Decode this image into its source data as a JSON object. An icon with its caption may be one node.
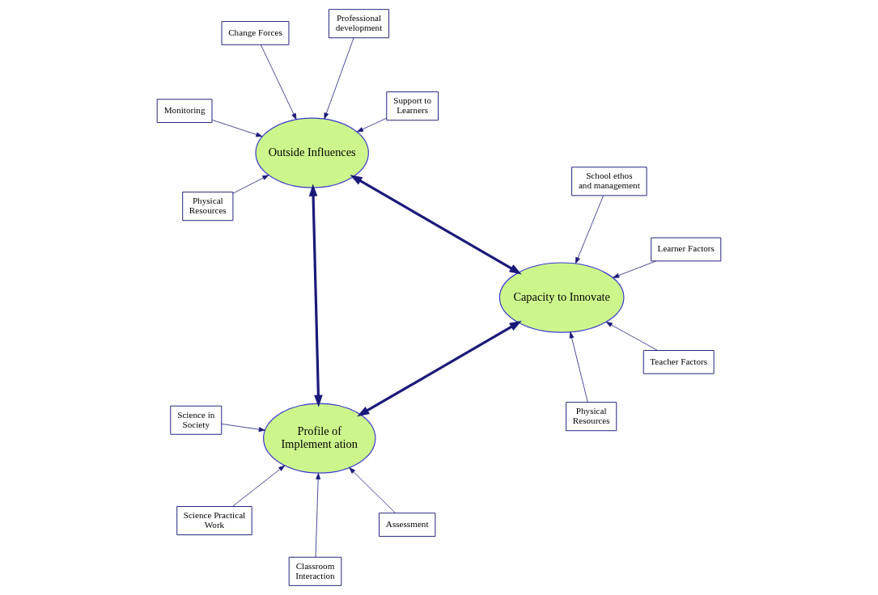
{
  "diagram": {
    "nodes": [
      {
        "text": [
          "Outside Influences"
        ]
      },
      {
        "text": [
          "Capacity to Innovate"
        ]
      },
      {
        "text": [
          "Profile of Implement ation"
        ]
      },
      {
        "text": [
          "Change Forces"
        ]
      },
      {
        "text": [
          "Professional development"
        ]
      },
      {
        "text": [
          "Monitoring"
        ]
      },
      {
        "text": [
          "Physical Resources"
        ]
      },
      {
        "text": [
          "Support to Learners"
        ]
      },
      {
        "text": [
          "Physical Resources"
        ]
      },
      {
        "text": [
          "Classroom Interaction"
        ]
      },
      {
        "text": [
          "Teacher Factors"
        ]
      },
      {
        "text": [
          "Science Practical Work"
        ]
      },
      {
        "text": [
          "Learner Factors"
        ]
      },
      {
        "text": [
          "School ethos and management"
        ]
      },
      {
        "text": [
          "Science in Society"
        ]
      },
      {
        "text": [
          "Assessment"
        ]
      }
    ],
    "edges": [
      {
        "from": 3,
        "to": 0,
        "arrow": "to"
      },
      {
        "from": 4,
        "to": 0,
        "arrow": "to"
      },
      {
        "from": 5,
        "to": 0,
        "arrow": "to"
      },
      {
        "from": 6,
        "to": 0,
        "arrow": "to"
      },
      {
        "from": 7,
        "to": 0,
        "arrow": "to"
      },
      {
        "from": 0,
        "to": 1,
        "arrow": "both",
        "style": "thick"
      },
      {
        "from": 0,
        "to": 2,
        "arrow": "both",
        "style": "thick"
      },
      {
        "from": 1,
        "to": 2,
        "arrow": "both",
        "style": "thick"
      },
      {
        "from": 8,
        "to": 1,
        "arrow": "to"
      },
      {
        "from": 10,
        "to": 1,
        "arrow": "to"
      },
      {
        "from": 12,
        "to": 1,
        "arrow": "to"
      },
      {
        "from": 13,
        "to": 1,
        "arrow": "to"
      },
      {
        "from": 9,
        "to": 2,
        "arrow": "to"
      },
      {
        "from": 11,
        "to": 2,
        "arrow": "to"
      },
      {
        "from": 14,
        "to": 2,
        "arrow": "to"
      },
      {
        "from": 15,
        "to": 2,
        "arrow": "to"
      }
    ]
  }
}
